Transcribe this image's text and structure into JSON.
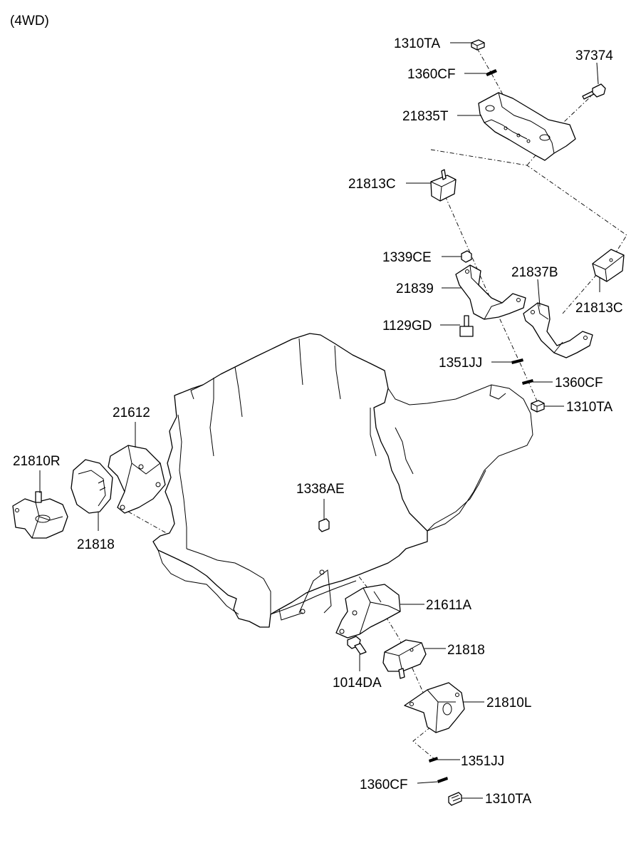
{
  "header": {
    "variant": "(4WD)"
  },
  "labels": {
    "p1310ta_top": "1310TA",
    "p1360cf_top": "1360CF",
    "p37374": "37374",
    "p21835t": "21835T",
    "p21813c_top": "21813C",
    "p1339ce": "1339CE",
    "p21837b": "21837B",
    "p21839": "21839",
    "p21813c_right": "21813C",
    "p1129gd": "1129GD",
    "p1351jj_mid": "1351JJ",
    "p1360cf_mid": "1360CF",
    "p1310ta_mid": "1310TA",
    "p21612": "21612",
    "p21810r": "21810R",
    "p21818_left": "21818",
    "p1338ae": "1338AE",
    "p21611a": "21611A",
    "p21818_right": "21818",
    "p1014da": "1014DA",
    "p21810l": "21810L",
    "p1351jj_bot": "1351JJ",
    "p1360cf_bot": "1360CF",
    "p1310ta_bot": "1310TA"
  }
}
